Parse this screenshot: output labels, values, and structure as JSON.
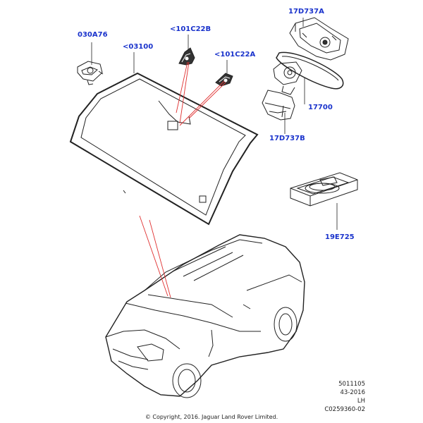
{
  "callouts": {
    "c030a76": "030A76",
    "c03100": "<03100",
    "c101c22b": "<101C22B",
    "c101c22a": "<101C22A",
    "c17d737a": "17D737A",
    "c17700": "17700",
    "c17d737b": "17D737B",
    "c19e725": "19E725"
  },
  "reference": {
    "line1": "5011105",
    "line2": "43-2016",
    "line3": "LH",
    "line4": "C0259360-02"
  },
  "copyright": "© Copyright, 2016. Jaguar Land Rover Limited.",
  "colors": {
    "callout": "#1a33cc",
    "leader_red": "#e03030",
    "line": "#222222"
  }
}
